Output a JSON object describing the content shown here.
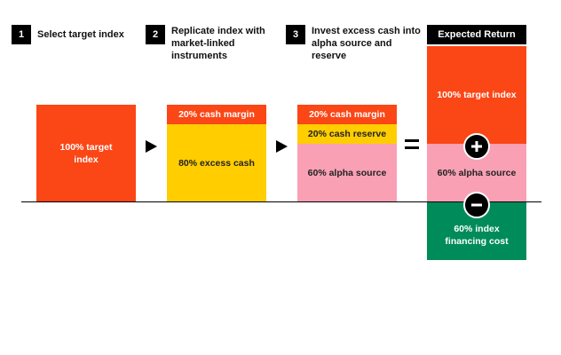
{
  "colors": {
    "orange": "#fb4616",
    "yellow": "#ffcd00",
    "pink": "#f9a0b5",
    "green": "#008c5a",
    "black": "#000000"
  },
  "steps": [
    {
      "number": "1",
      "label": "Select target index"
    },
    {
      "number": "2",
      "label": "Replicate index with market-linked instruments"
    },
    {
      "number": "3",
      "label": "Invest excess cash into alpha source and reserve"
    }
  ],
  "expected_return": {
    "title": "Expected Return"
  },
  "stack1": {
    "block": "100% target index"
  },
  "stack2": {
    "top": "20% cash margin",
    "bottom": "80% excess cash"
  },
  "stack3": {
    "top": "20% cash margin",
    "middle": "20% cash reserve",
    "bottom": "60% alpha source"
  },
  "result": {
    "top": "100% target index",
    "middle": "60% alpha source",
    "below": "60% index financing cost",
    "plus_icon": "plus-icon",
    "minus_icon": "minus-icon"
  }
}
